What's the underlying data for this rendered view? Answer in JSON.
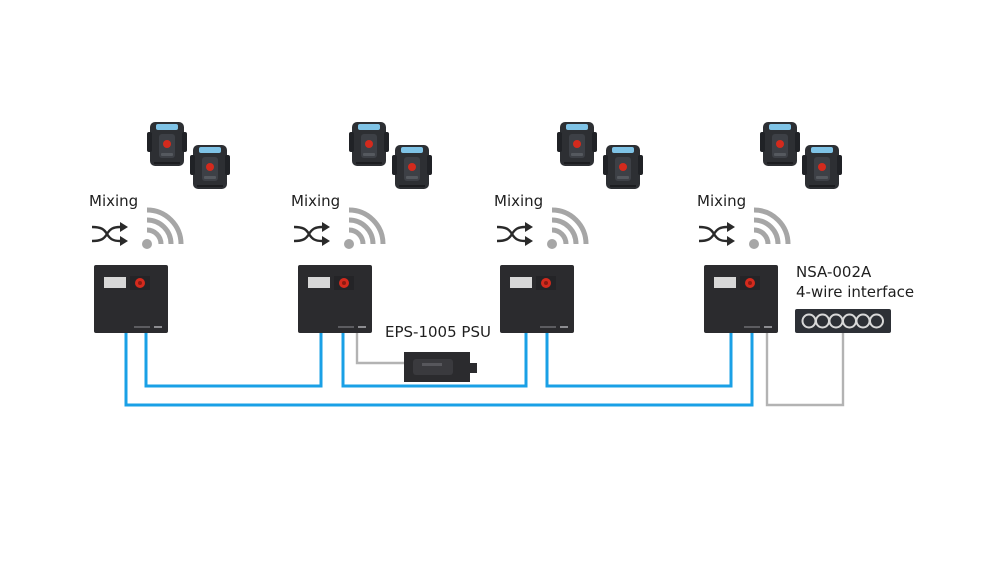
{
  "stations": [
    {
      "mode_label": "Mixing"
    },
    {
      "mode_label": "Mixing"
    },
    {
      "mode_label": "Mixing"
    },
    {
      "mode_label": "Mixing"
    }
  ],
  "psu": {
    "label": "EPS-1005 PSU"
  },
  "interface": {
    "label_line1": "NSA-002A",
    "label_line2": "4-wire interface"
  },
  "colors": {
    "link_blue": "#1aa0e6",
    "wire_gray": "#b3b3b3",
    "device_dark": "#2b2b2e",
    "icon_dark": "#2a2a2a",
    "wifi_gray": "#a6a6a6",
    "knob_red": "#d42a1d",
    "beltpack_screen": "#7fc3e6"
  },
  "icons": [
    "beltpack-icon",
    "mixing-crossover-icon",
    "wifi-signal-icon",
    "base-station-icon",
    "power-supply-icon",
    "four-wire-interface-icon"
  ]
}
